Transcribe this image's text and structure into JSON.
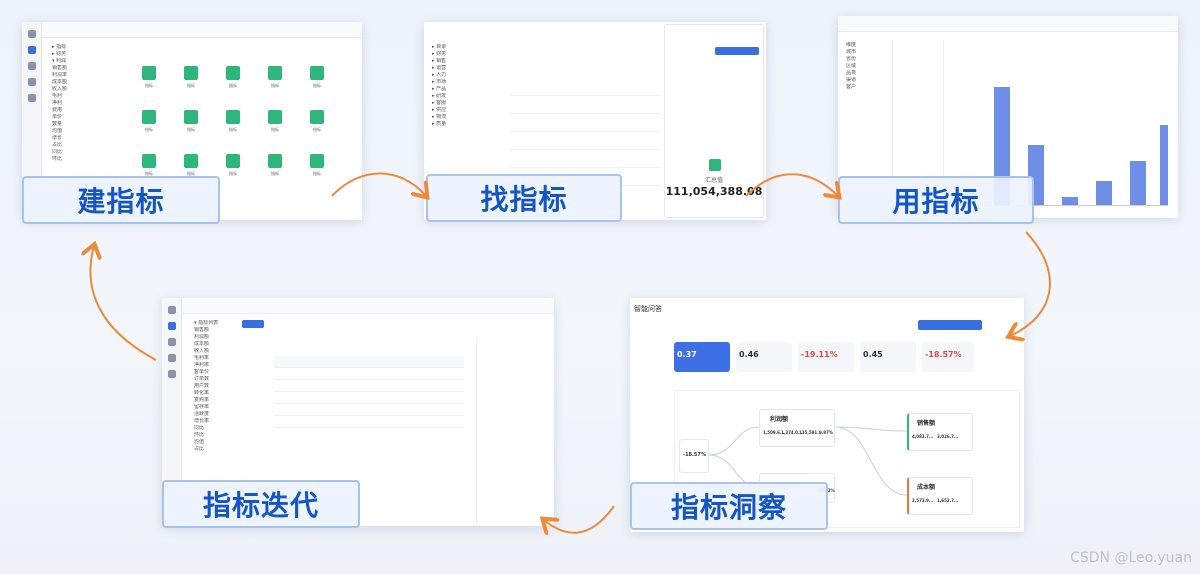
{
  "stages": {
    "build": "建指标",
    "find": "找指标",
    "use": "用指标",
    "iterate": "指标迭代",
    "insight": "指标洞察"
  },
  "find_panel": {
    "total_label": "汇总值",
    "total_value": "111,054,388.08"
  },
  "insight_panel": {
    "title": "智能问答",
    "kpis": [
      "0.37",
      "0.46",
      "-19.11%",
      "0.45",
      "-18.57%"
    ],
    "tree_root": "-18.57%",
    "node_profit": "利润额",
    "node_sales": "销售额",
    "node_cost": "成本额",
    "node_values": [
      "1,509.6...",
      "1,374.0...",
      "135,591...",
      "9.87%"
    ],
    "node_values_2": [
      "34.82%"
    ],
    "node_values_sales": [
      "4,083.7...",
      "3,026.7..."
    ],
    "node_values_cost": [
      "2,573.9...",
      "1,652.7..."
    ]
  },
  "colors": {
    "accent": "#3b6fe0",
    "arrow": "#ec8a3a",
    "label_text": "#1556c4"
  },
  "watermark": "CSDN @Leo.yuan"
}
